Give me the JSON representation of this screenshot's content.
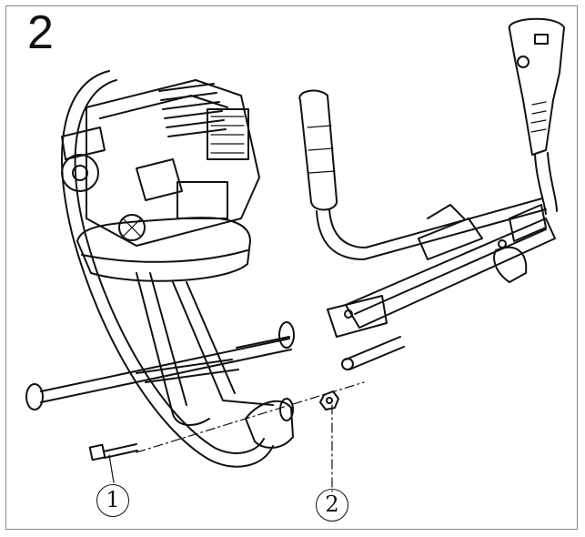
{
  "step_number": "2",
  "callouts": [
    {
      "label": "1"
    },
    {
      "label": "2"
    }
  ],
  "colors": {
    "line": "#111111",
    "frame": "#8a8a8a",
    "background": "#ffffff"
  }
}
